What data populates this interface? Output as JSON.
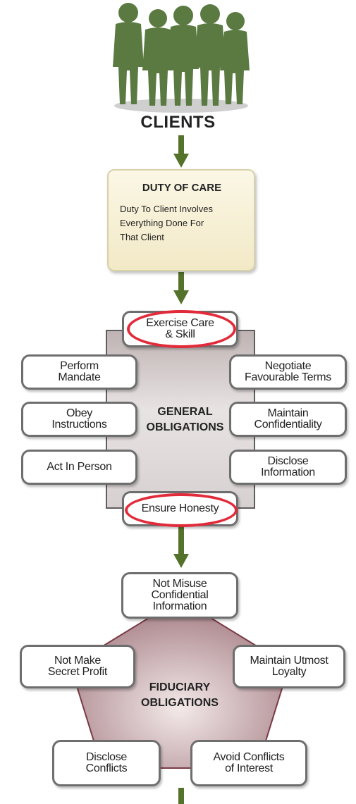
{
  "top": {
    "label": "CLIENTS"
  },
  "duty_of_care": {
    "title": "DUTY OF CARE",
    "text": "Duty To Client Involves\nEverything Done For\nThat Client"
  },
  "general": {
    "title": "GENERAL\nOBLIGATIONS",
    "top": "Exercise Care\n& Skill",
    "bottom": "Ensure Honesty",
    "left": [
      "Perform\nMandate",
      "Obey\nInstructions",
      "Act In Person"
    ],
    "right": [
      "Negotiate\nFavourable Terms",
      "Maintain\nConfidentiality",
      "Disclose\nInformation"
    ]
  },
  "fiduciary": {
    "title": "FIDUCIARY\nOBLIGATIONS",
    "top": "Not Misuse\nConfidential\nInformation",
    "left": "Not Make\nSecret Profit",
    "right": "Maintain Utmost\nLoyalty",
    "bottom_left": "Disclose\nConflicts",
    "bottom_right": "Avoid Conflicts\nof Interest"
  },
  "colors": {
    "arrow": "#55722a",
    "silhouette": "#5a7a42",
    "highlight": "#e22b3a"
  }
}
